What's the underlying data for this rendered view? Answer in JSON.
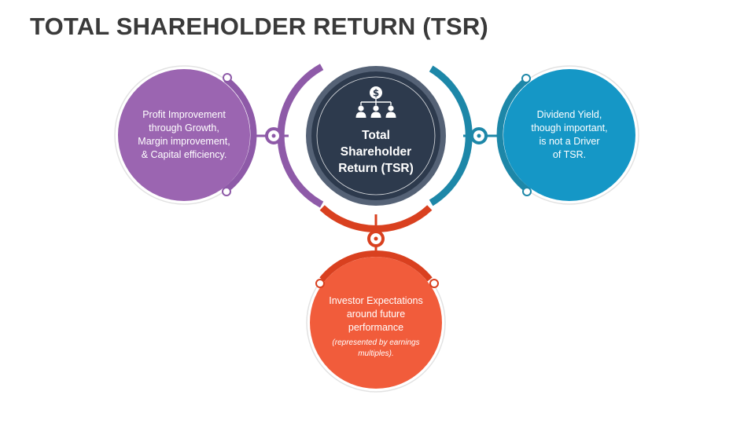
{
  "title": "TOTAL SHAREHOLDER RETURN (TSR)",
  "colors": {
    "purple": "#8E5AA8",
    "purple_fill": "#9B65B1",
    "teal": "#1D87A8",
    "teal_fill": "#1597C6",
    "red": "#D9401F",
    "red_fill": "#F15C3B",
    "center_fill": "#2D3A4D",
    "center_ring": "#556276",
    "title": "#3A3A3A"
  },
  "center": {
    "lines": [
      "Total",
      "Shareholder",
      "Return (TSR)"
    ],
    "icon": "dollar-hierarchy-people-icon"
  },
  "left_node": {
    "lines": [
      "Profit Improvement",
      "through Growth,",
      "Margin improvement,",
      "& Capital efficiency."
    ]
  },
  "right_node": {
    "lines": [
      "Dividend Yield,",
      "though important,",
      "is not a Driver",
      "of TSR."
    ]
  },
  "bottom_node": {
    "lines": [
      "Investor Expectations",
      "around future",
      "performance"
    ],
    "note_lines": [
      "(represented by earnings",
      "multiples)."
    ]
  }
}
